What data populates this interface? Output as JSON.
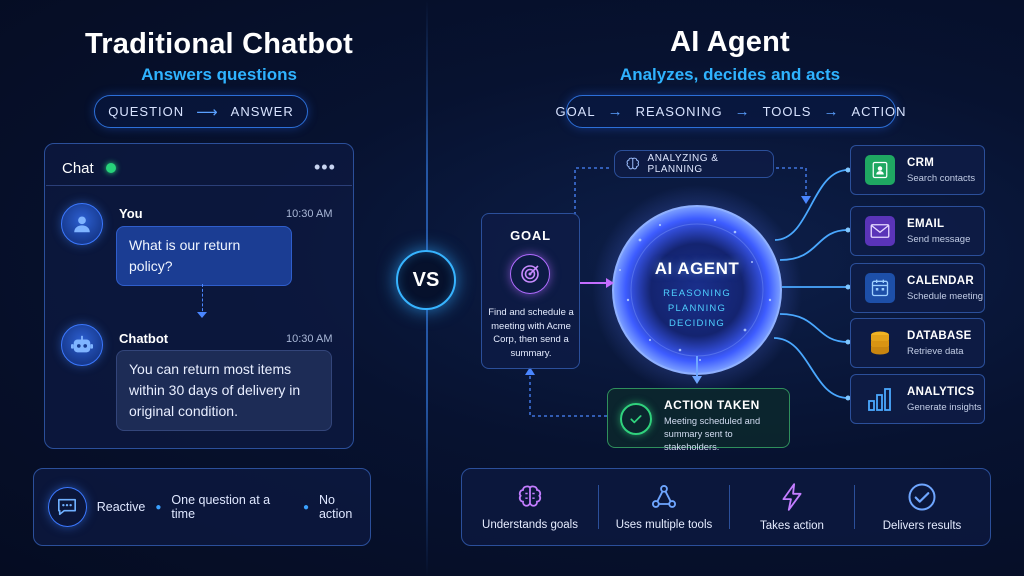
{
  "left": {
    "title": "Traditional Chatbot",
    "subtitle": "Answers questions",
    "flow": [
      "QUESTION",
      "ANSWER"
    ],
    "chat": {
      "header": "Chat",
      "menu": "•••",
      "user": {
        "name": "You",
        "time": "10:30 AM",
        "message": "What is our return policy?"
      },
      "bot": {
        "name": "Chatbot",
        "time": "10:30 AM",
        "message": "You can return most items within 30 days of delivery in original condition."
      }
    },
    "traits": [
      "Reactive",
      "One question at a time",
      "No action"
    ]
  },
  "vs": "VS",
  "right": {
    "title": "AI Agent",
    "subtitle": "Analyzes, decides and acts",
    "flow": [
      "GOAL",
      "REASONING",
      "TOOLS",
      "ACTION"
    ],
    "planning_label": "ANALYZING & PLANNING",
    "goal": {
      "title": "GOAL",
      "text": "Find and schedule a meeting with Acme Corp, then send a summary."
    },
    "core": {
      "title": "AI AGENT",
      "steps": [
        "REASONING",
        "PLANNING",
        "DECIDING"
      ]
    },
    "action": {
      "title": "ACTION TAKEN",
      "text": "Meeting scheduled and summary sent to stakeholders."
    },
    "tools": [
      {
        "name": "CRM",
        "desc": "Search contacts",
        "icon": "contact-icon",
        "color": "#1fa862"
      },
      {
        "name": "EMAIL",
        "desc": "Send message",
        "icon": "mail-icon",
        "color": "#7b4bd6"
      },
      {
        "name": "CALENDAR",
        "desc": "Schedule meeting",
        "icon": "calendar-icon",
        "color": "#2f7de0"
      },
      {
        "name": "DATABASE",
        "desc": "Retrieve data",
        "icon": "database-icon",
        "color": "#e3a21a"
      },
      {
        "name": "ANALYTICS",
        "desc": "Generate insights",
        "icon": "bar-chart-icon",
        "color": "#2f7de0"
      }
    ],
    "features": [
      {
        "label": "Understands goals",
        "icon": "brain-icon"
      },
      {
        "label": "Uses multiple tools",
        "icon": "network-icon"
      },
      {
        "label": "Takes action",
        "icon": "lightning-icon"
      },
      {
        "label": "Delivers results",
        "icon": "check-circle-icon"
      }
    ]
  },
  "colors": {
    "accent_blue": "#2fb3ff",
    "border_blue": "#2b4f9a",
    "core_glow": "#5b7bff",
    "success_green": "#27d27a"
  }
}
